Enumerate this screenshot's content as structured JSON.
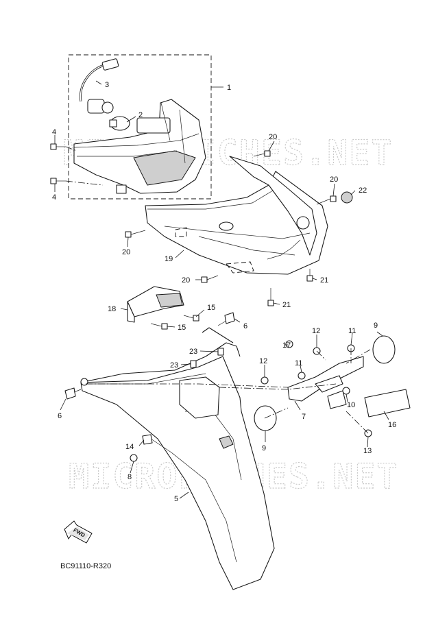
{
  "watermark": "MICROFICHES.NET",
  "diagram_code": "BC91110-R320",
  "fwd_label": "FWD",
  "callouts": {
    "c1": "1",
    "c2": "2",
    "c3": "3",
    "c4a": "4",
    "c4b": "4",
    "c5": "5",
    "c6a": "6",
    "c6b": "6",
    "c7": "7",
    "c8": "8",
    "c9a": "9",
    "c9b": "9",
    "c10": "10",
    "c11a": "11",
    "c11b": "11",
    "c12a": "12",
    "c12b": "12",
    "c13": "13",
    "c14": "14",
    "c15a": "15",
    "c15b": "15",
    "c16": "16",
    "c17": "17",
    "c18": "18",
    "c19": "19",
    "c20a": "20",
    "c20b": "20",
    "c20c": "20",
    "c20d": "20",
    "c21a": "21",
    "c21b": "21",
    "c22": "22",
    "c23a": "23",
    "c23b": "23"
  }
}
